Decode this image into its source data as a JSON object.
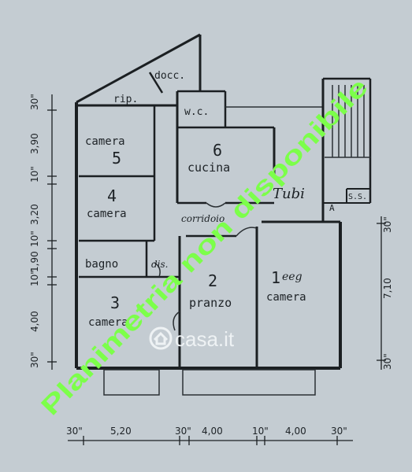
{
  "rooms": {
    "docc": "docc.",
    "rip": "rip.",
    "wc": "w.c.",
    "cucina_num": "6",
    "cucina": "cucina",
    "tubi": "Tubi",
    "camera5_num": "5",
    "camera5": "camera",
    "camera4_num": "4",
    "camera4": "camera",
    "bagno": "bagno",
    "dis": "dis.",
    "corridoio": "corridoio",
    "camera3_num": "3",
    "camera3": "camera",
    "pranzo_num": "2",
    "pranzo": "pranzo",
    "camera1_num": "1",
    "camera1_ext": "eeg",
    "camera1": "camera",
    "ss": "S.S.",
    "a": "A"
  },
  "dimensions": {
    "left": [
      "30\"",
      "3,90",
      "10\"",
      "3,20",
      "10\"",
      "1,90",
      "10\"",
      "4,00",
      "30\""
    ],
    "right": [
      "30\"",
      "7,10",
      "30\""
    ],
    "bottom": [
      "30\"",
      "5,20",
      "30\"",
      "4,00",
      "10\"",
      "4,00",
      "30\""
    ]
  },
  "watermark": "Planimetria non disponibile",
  "logo": {
    "icon": "house-icon",
    "text": "casa.it"
  },
  "colors": {
    "paper": "#c4ccd2",
    "ink": "#1b1f22",
    "watermark": "#7cff4a",
    "logo": "#eef2f4"
  }
}
